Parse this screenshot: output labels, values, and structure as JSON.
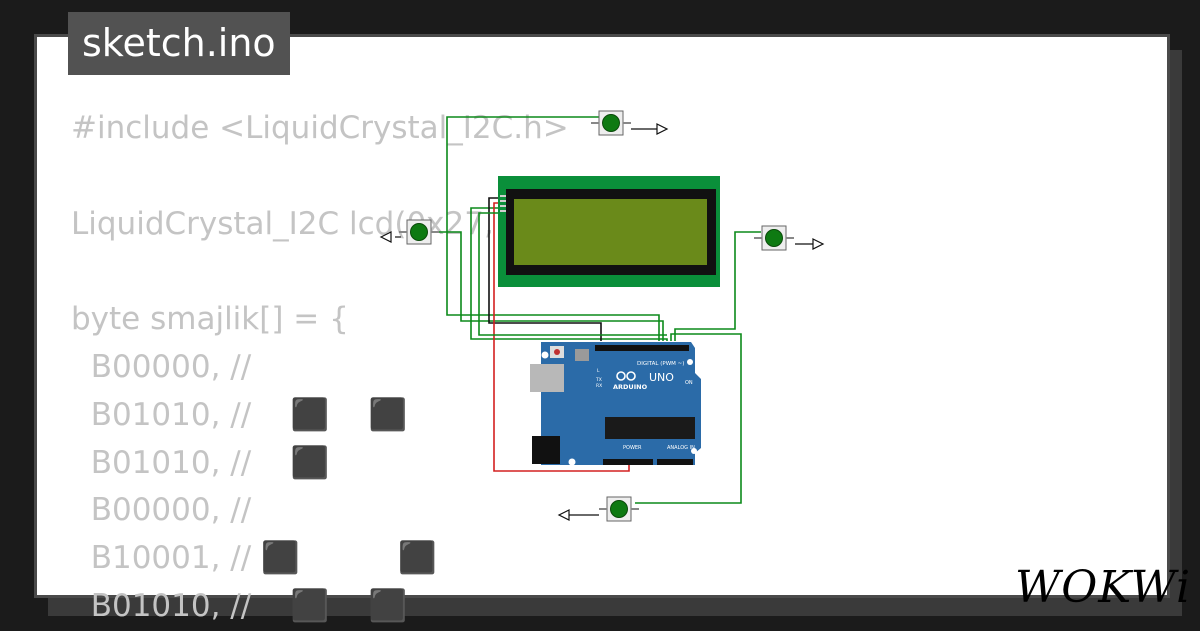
{
  "file_tab": {
    "label": "sketch.ino"
  },
  "code_lines": [
    "#include <LiquidCrystal_I2C.h>",
    "",
    "LiquidCrystal_I2C lcd(0x27, 20, 4);",
    "",
    "byte smajlik[] = {",
    "  B00000, //",
    "  B01010, //    ⬛    ⬛",
    "  B01010, //    ⬛",
    "  B00000, //",
    "  B10001, // ⬛          ⬛",
    "  B01010, //    ⬛    ⬛"
  ],
  "board": {
    "brand": "ARDUINO",
    "model": "UNO",
    "digital_label": "DIGITAL (PWM ~)",
    "power_label": "POWER",
    "analog_label": "ANALOG IN",
    "on_label": "ON",
    "tx_label": "TX",
    "rx_label": "RX",
    "l_label": "L"
  },
  "logo": {
    "text": "WOKWi"
  },
  "colors": {
    "board": "#2b6ba8",
    "lcd_frame": "#0a8f3a",
    "lcd_screen": "#6a8a1a",
    "wire_green": "#0c8a1a",
    "wire_red": "#d42020",
    "wire_black": "#111111",
    "button_cap": "#0e7a12"
  }
}
